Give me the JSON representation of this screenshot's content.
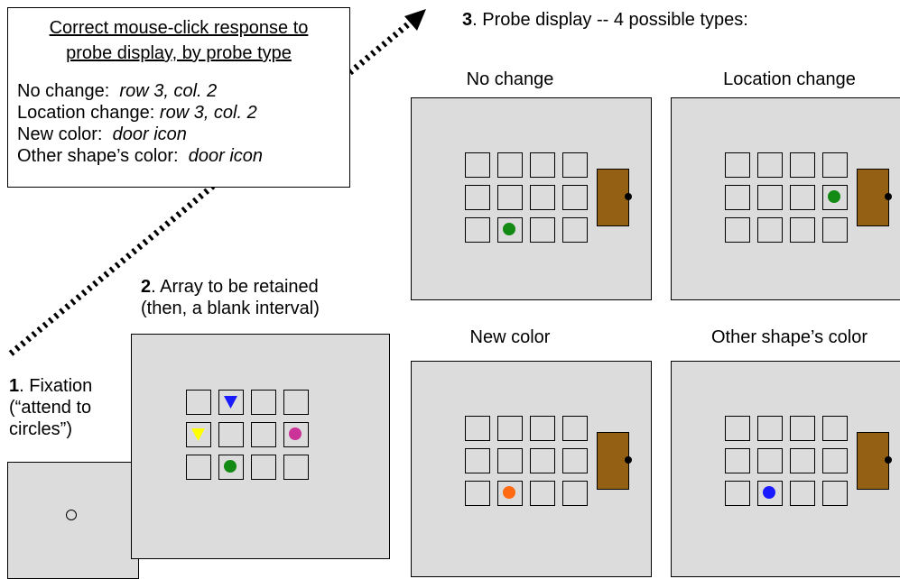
{
  "legend": {
    "title_line1": "Correct mouse-click response to",
    "title_line2": "probe display, by probe type",
    "rows": [
      {
        "label": "No change:",
        "value": "row 3, col. 2"
      },
      {
        "label": "Location change:",
        "value": "row 3, col. 2"
      },
      {
        "label": "New color:",
        "value": "door icon"
      },
      {
        "label": "Other shape’s color:",
        "value": "door icon"
      }
    ]
  },
  "step1": {
    "num": "1",
    "line1": ". Fixation",
    "line2": "(“attend to",
    "line3": "circles”)"
  },
  "step2": {
    "num": "2",
    "line1": ". Array to be retained",
    "line2": "(then, a blank interval)"
  },
  "step3": {
    "num": "3",
    "text": ". Probe display -- 4 possible types:"
  },
  "probes": {
    "no_change": "No change",
    "location_change": "Location change",
    "new_color": "New color",
    "other_color": "Other shape’s color"
  },
  "colors": {
    "panel": "#dcdcdc",
    "door": "#946013",
    "green": "#138a13",
    "blue": "#1a1aff",
    "yellow": "#ffff00",
    "magenta": "#cc3399",
    "orange": "#ff6a13"
  },
  "icons": [
    "fixation-circle-icon",
    "door-icon",
    "triangle-icon",
    "circle-icon"
  ]
}
